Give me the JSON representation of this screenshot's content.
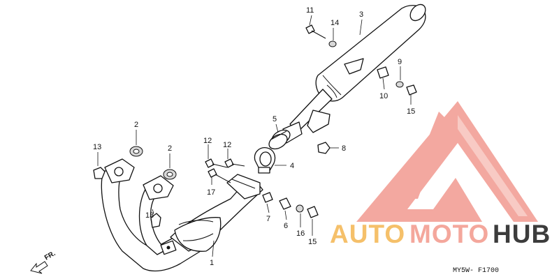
{
  "diagram": {
    "part_labels": {
      "p1": "1",
      "p2a": "2",
      "p2b": "2",
      "p3": "3",
      "p4": "4",
      "p5": "5",
      "p6": "6",
      "p7": "7",
      "p8": "8",
      "p9": "9",
      "p10": "10",
      "p11": "11",
      "p12a": "12",
      "p12b": "12",
      "p13a": "13",
      "p13b": "13",
      "p14": "14",
      "p15a": "15",
      "p15b": "15",
      "p16": "16",
      "p17": "17"
    },
    "front_marker": "FR.",
    "diagram_code": "MY5W- F1700"
  },
  "watermark": {
    "part1": "AUTO",
    "part2": "MOTO",
    "part3": "HUB",
    "colors": {
      "auto": "#f5c06a",
      "moto": "#f4a79c",
      "hub": "#3c3c3c",
      "logo": "#f29a90"
    }
  }
}
